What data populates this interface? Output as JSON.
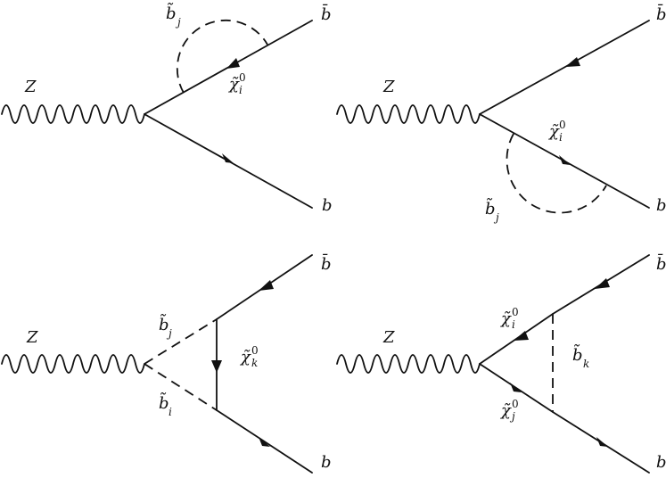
{
  "particles": {
    "z": "Z",
    "bbar": "b̄",
    "b": "b",
    "sbottom": "b̃",
    "neutralino": "χ̃",
    "neutralino_charge": "0",
    "idx_i": "i",
    "idx_j": "j",
    "idx_k": "k"
  }
}
